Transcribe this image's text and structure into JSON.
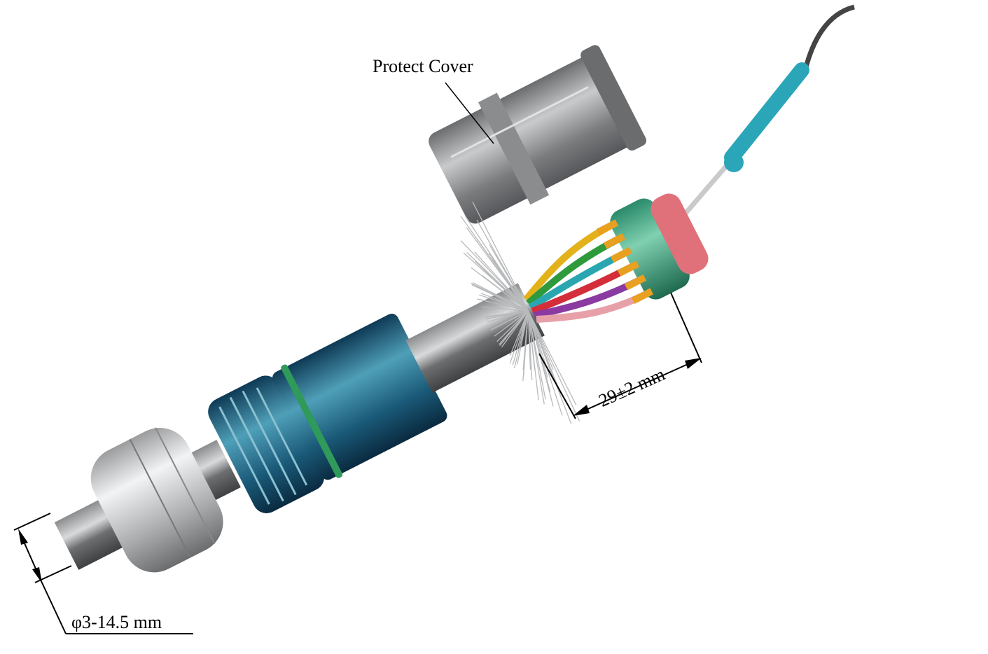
{
  "labels": {
    "protect_cover": "Protect Cover",
    "strip_length": "29±2 mm",
    "cable_diameter": "φ3-14.5 mm"
  },
  "colors": {
    "cable": "#5c5e60",
    "nut": "#bfc1c3",
    "body": "#1f5f80",
    "seal_ring": "#2f9a5a",
    "connector": "#3aa582",
    "connector_cap": "#e0707a",
    "probe": "#2aa6b8"
  },
  "wire_colors": [
    "#e3b21a",
    "#2e9a3c",
    "#2aa6b0",
    "#d42e3a",
    "#8a3aa0",
    "#e8a0a8"
  ]
}
